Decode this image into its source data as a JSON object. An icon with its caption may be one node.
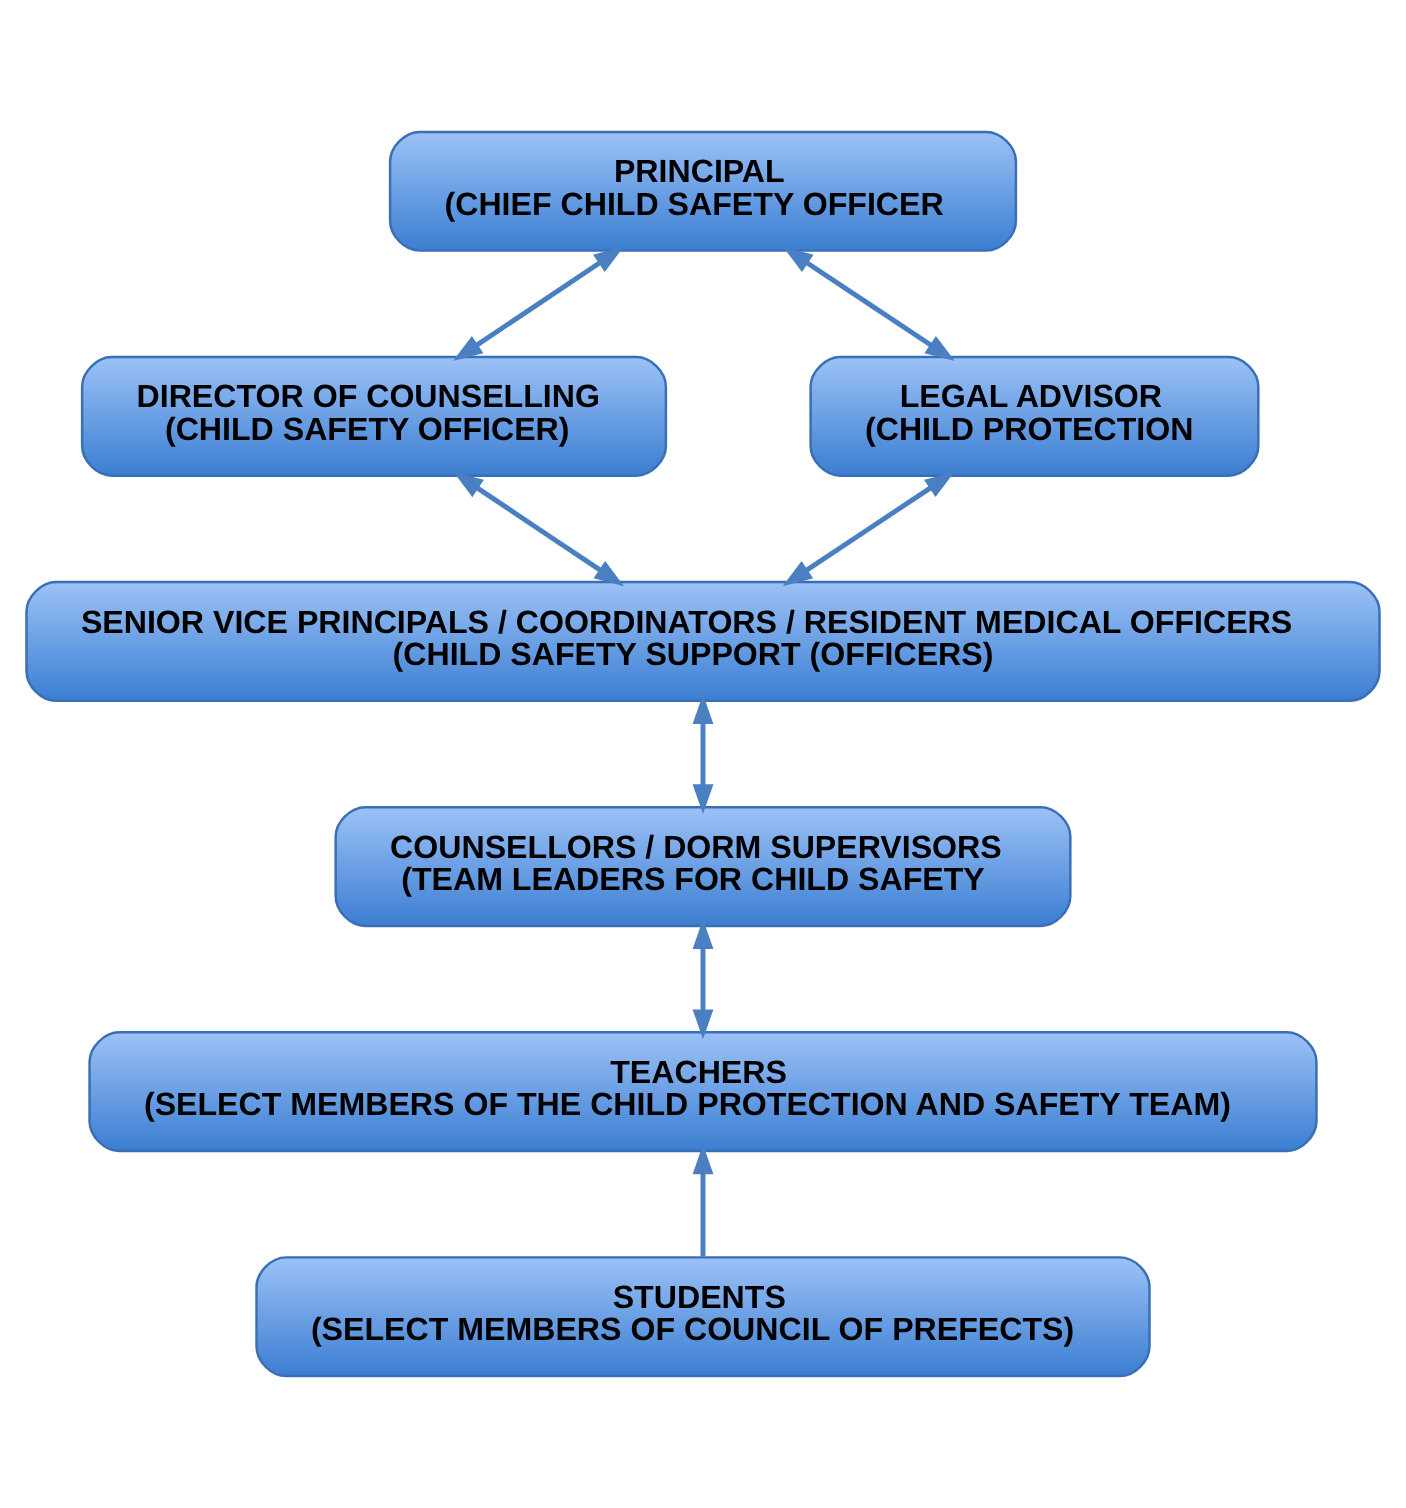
{
  "diagram": {
    "nodes": [
      {
        "text": [
          "PRINCIPAL",
          "(CHIEF CHILD SAFETY OFFICER"
        ]
      },
      {
        "text": [
          "DIRECTOR OF COUNSELLING",
          "(CHILD SAFETY OFFICER)"
        ]
      },
      {
        "text": [
          "LEGAL ADVISOR",
          "(CHILD PROTECTION"
        ]
      },
      {
        "text": [
          "SENIOR VICE PRINCIPALS / COORDINATORS / RESIDENT MEDICAL OFFICERS",
          "(CHILD SAFETY SUPPORT (OFFICERS)"
        ]
      },
      {
        "text": [
          "COUNSELLORS / DORM SUPERVISORS",
          "(TEAM LEADERS FOR CHILD SAFETY"
        ]
      },
      {
        "text": [
          "TEACHERS",
          "(SELECT MEMBERS OF THE CHILD PROTECTION AND SAFETY TEAM)"
        ]
      },
      {
        "text": [
          "STUDENTS",
          "(SELECT MEMBERS OF COUNCIL OF PREFECTS)"
        ]
      }
    ],
    "edges": [
      {
        "from": 0,
        "to": 1,
        "arrow": "both"
      },
      {
        "from": 0,
        "to": 2,
        "arrow": "both"
      },
      {
        "from": 1,
        "to": 3,
        "arrow": "both"
      },
      {
        "from": 2,
        "to": 3,
        "arrow": "both"
      },
      {
        "from": 3,
        "to": 4,
        "arrow": "both"
      },
      {
        "from": 4,
        "to": 5,
        "arrow": "both"
      },
      {
        "from": 6,
        "to": 5,
        "arrow": "to"
      }
    ]
  }
}
